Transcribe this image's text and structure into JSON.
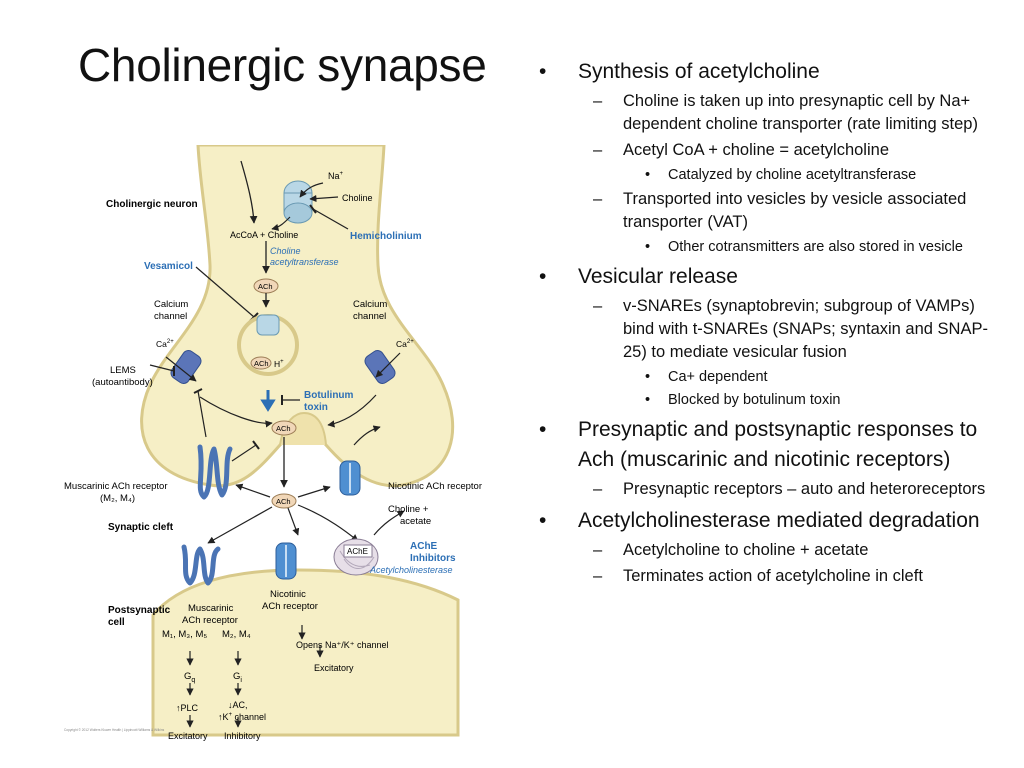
{
  "title": "Cholinergic synapse",
  "figure": {
    "cholinergic_neuron": "Cholinergic neuron",
    "na": "Na",
    "na_sup": "+",
    "choline": "Choline",
    "hemicholinium": "Hemicholinium",
    "accoa_choline": "AcCoA + Choline",
    "chat_1": "Choline",
    "chat_2": "acetyltransferase",
    "vesamicol": "Vesamicol",
    "ach": "ACh",
    "calcium_channel_1": "Calcium",
    "calcium_channel_2": "channel",
    "ca": "Ca",
    "ca_sup": "2+",
    "h": "H",
    "h_sup": "+",
    "lems_1": "LEMS",
    "lems_2": "(autoantibody)",
    "botulinum_1": "Botulinum",
    "botulinum_2": "toxin",
    "muscarinic_pre_1": "Muscarinic ACh receptor",
    "muscarinic_pre_2": "(M₂, M₄)",
    "nicotinic_pre": "Nicotinic ACh receptor",
    "synaptic_cleft": "Synaptic cleft",
    "choline_acetate_1": "Choline +",
    "choline_acetate_2": "acetate",
    "ache": "AChE",
    "ache_inhib_1": "AChE",
    "ache_inhib_2": "Inhibitors",
    "acetylcholinesterase": "Acetylcholinesterase",
    "postsynaptic_1": "Postsynaptic",
    "postsynaptic_2": "cell",
    "muscarinic_post_1": "Muscarinic",
    "muscarinic_post_2": "ACh receptor",
    "m135": "M₁, M₃, M₅",
    "m24": "M₂, M₄",
    "nicotinic_post_1": "Nicotinic",
    "nicotinic_post_2": "ACh receptor",
    "gq": "G",
    "gq_sub": "q",
    "gi": "G",
    "gi_sub": "i",
    "plc": "↑PLC",
    "ac": "↓AC,",
    "k_channel_pre": "↑K",
    "k_channel_sup": "+",
    "k_channel_post": " channel",
    "opens_channel": "Opens Na⁺/K⁺ channel",
    "excitatory": "Excitatory",
    "inhibitory": "Inhibitory",
    "copyright": "Copyright © 2012 Wolters Kluwer Health | Lippincott Williams & Wilkins",
    "colors": {
      "cell_fill": "#f6efc6",
      "cell_stroke": "#d8c98a",
      "receptor_blue": "#5b8fd0",
      "label_blue": "#2c6fb5"
    }
  },
  "bullets": [
    {
      "level": 1,
      "marker": "•",
      "text": "Synthesis of acetylcholine"
    },
    {
      "level": 2,
      "marker": "–",
      "text": "Choline is taken up into presynaptic cell by Na+ dependent choline transporter (rate limiting step)"
    },
    {
      "level": 2,
      "marker": "–",
      "text": "Acetyl CoA + choline = acetylcholine"
    },
    {
      "level": 3,
      "marker": "•",
      "text": "Catalyzed by choline acetyltransferase"
    },
    {
      "level": 2,
      "marker": "–",
      "text": "Transported into vesicles by vesicle associated transporter (VAT)"
    },
    {
      "level": 3,
      "marker": "•",
      "text": "Other cotransmitters are also stored in vesicle"
    },
    {
      "level": 1,
      "marker": "•",
      "text": "Vesicular release"
    },
    {
      "level": 2,
      "marker": "–",
      "text": "v-SNAREs (synaptobrevin; subgroup of VAMPs) bind with t-SNAREs (SNAPs; syntaxin and SNAP-25) to mediate vesicular fusion"
    },
    {
      "level": 3,
      "marker": "•",
      "text": "Ca+ dependent"
    },
    {
      "level": 3,
      "marker": "•",
      "text": "Blocked by botulinum toxin"
    },
    {
      "level": 1,
      "marker": "•",
      "text": "Presynaptic and postsynaptic responses to Ach (muscarinic and nicotinic receptors)"
    },
    {
      "level": 2,
      "marker": "–",
      "text": "Presynaptic receptors – auto and heteroreceptors"
    },
    {
      "level": 1,
      "marker": "•",
      "text": "Acetylcholinesterase mediated degradation"
    },
    {
      "level": 2,
      "marker": "–",
      "text": "Acetylcholine to choline + acetate"
    },
    {
      "level": 2,
      "marker": "–",
      "text": "Terminates action of acetylcholine in cleft"
    }
  ]
}
